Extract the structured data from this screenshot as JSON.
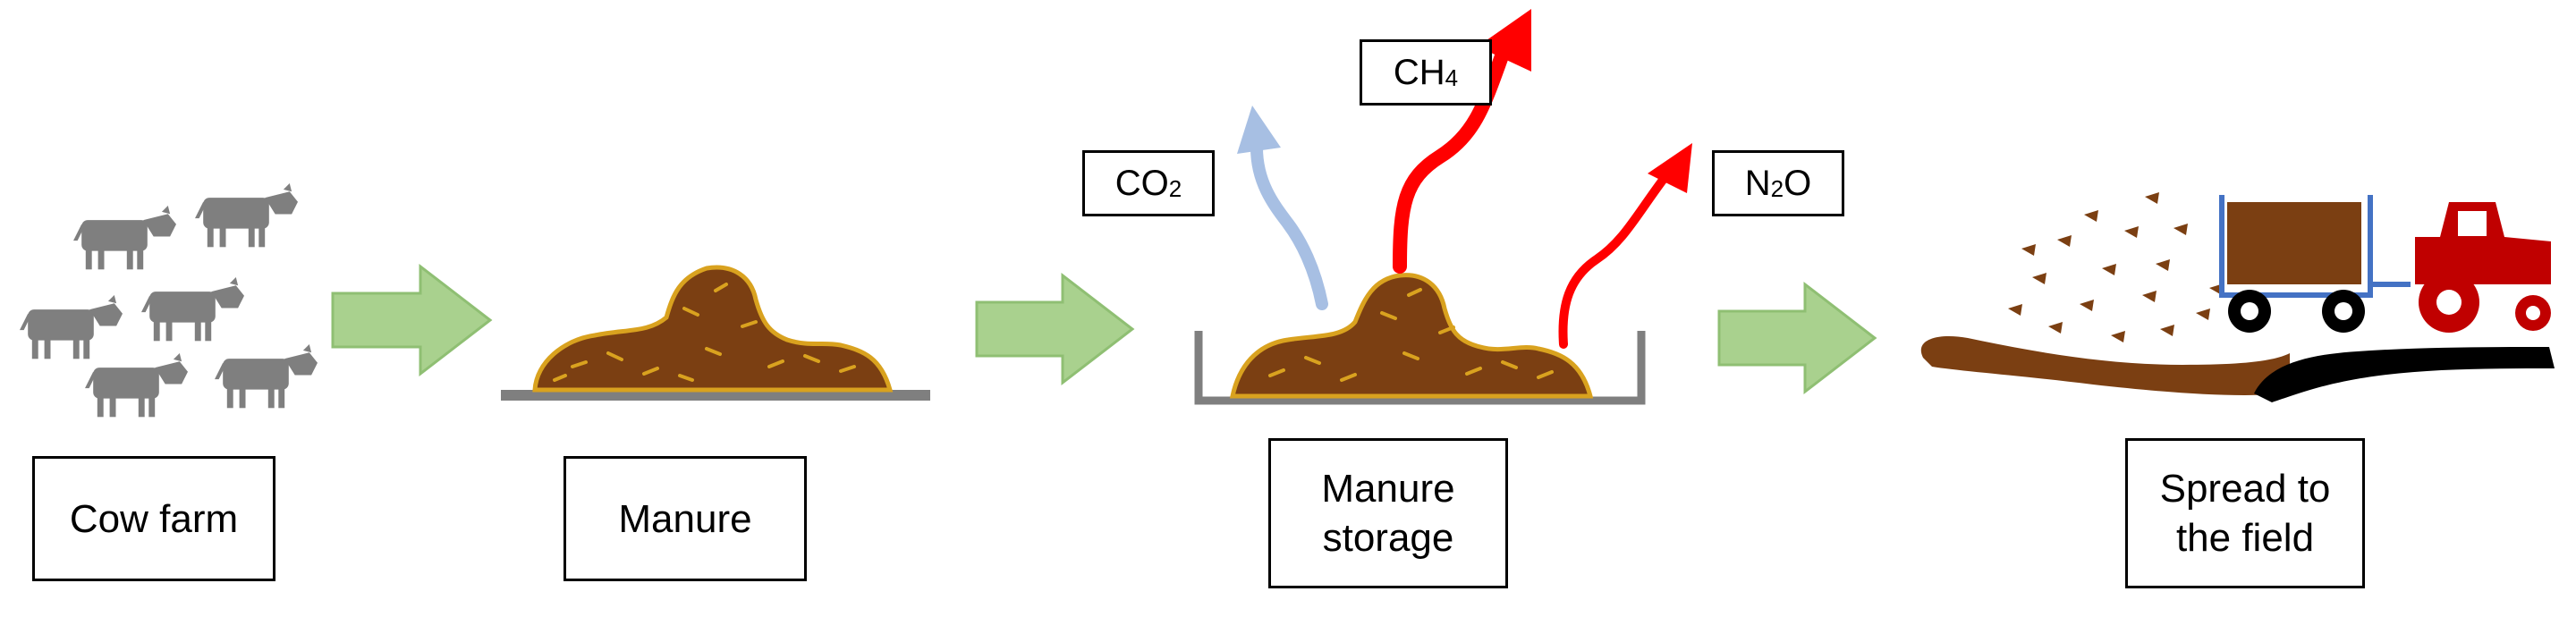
{
  "stages": [
    {
      "label": "Cow farm"
    },
    {
      "label": "Manure"
    },
    {
      "label_lines": [
        "Manure",
        "storage"
      ]
    },
    {
      "label_lines": [
        "Spread to",
        "the field"
      ]
    }
  ],
  "emissions": [
    {
      "base": "CO",
      "sub": "2"
    },
    {
      "base": "CH",
      "sub": "4"
    },
    {
      "base": "N",
      "sub": "2",
      "tail": "O"
    }
  ],
  "colors": {
    "cow": "#7f7f7f",
    "manure": "#7b3f12",
    "manure_outline": "#d9a21f",
    "flow_arrow": "#a9d18e",
    "flow_arrow_stroke": "#8fbf73",
    "co2_arrow": "#a7bfe3",
    "ch4_arrow": "#ff0000",
    "n2o_arrow": "#ff0000",
    "ground": "#7f7f7f",
    "tractor": "#c00000",
    "trailer_frame": "#4472c4"
  }
}
